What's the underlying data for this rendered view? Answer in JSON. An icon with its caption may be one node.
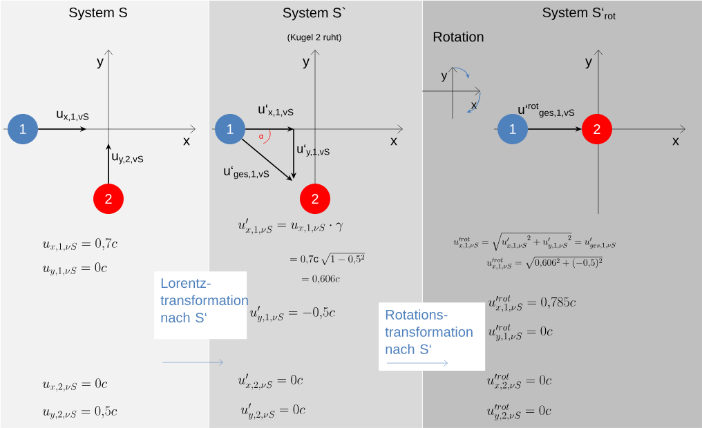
{
  "diagram": {
    "nodes": [
      {
        "text": [
          "System S"
        ]
      },
      {
        "text": [
          "1"
        ],
        "in": 0
      },
      {
        "text": [
          "2"
        ],
        "in": 0
      },
      {
        "text": [
          "System S`",
          "(Kugel 2 ruht)"
        ]
      },
      {
        "text": [
          "1"
        ],
        "in": 3
      },
      {
        "text": [
          "2"
        ],
        "in": 3
      },
      {
        "text": [
          "System S‘$_{rot}$"
        ]
      },
      {
        "text": [
          "1"
        ],
        "in": 6
      },
      {
        "text": [
          "2"
        ],
        "in": 6
      },
      {
        "text": [
          "Lorentz-transformation nach S‘"
        ]
      },
      {
        "text": [
          "Rotations-transformation nach S‘"
        ]
      }
    ],
    "edges": [
      {
        "from": 1,
        "to": null,
        "arrow": "to",
        "label": "u$_{x,1,vS}$"
      },
      {
        "from": 2,
        "to": null,
        "arrow": "to",
        "label": "u$_{y,2,vS}$"
      },
      {
        "from": 4,
        "to": null,
        "arrow": "to",
        "label": "u‘$_{x,1,vS}$"
      },
      {
        "from": 4,
        "to": null,
        "arrow": "to",
        "label": "u‘$_{ges,1,vS}$"
      },
      {
        "from": 7,
        "to": 8,
        "arrow": "to",
        "label": "u‘$^{rot}$$_{ges,1,vS}$"
      }
    ],
    "labels": [
      "y",
      "x",
      "y",
      "α",
      "u‘$_{y,1,vS}$",
      "x",
      "Rotation",
      "y",
      "x",
      "y",
      "x",
      "u_{x,1,\\nu S} = 0{,}7c",
      "u_{y,1,\\nu S} = 0c",
      "u_{x,2,\\nu S} = 0c",
      "u_{y,2,\\nu S} = 0{,}5c",
      "u'_{x,1,\\nu S} = u_{x,1,\\nu S}\\cdot\\gamma",
      "= 0{,}7\\mathrm{c}\\,\\sqrt{1-0{,}5^2}",
      "= 0{,}606c",
      "u'_{y,1,\\nu S} = -0{,}5c",
      "u'_{x,2,\\nu S} = 0c",
      "u'_{y,2,\\nu S} = 0c",
      "u'^{rot}_{x,1,\\nu S} = \\sqrt{{u'_{x,1,\\nu S}}^2 + {u'_{y,1,\\nu S}}^2} = u'_{ges,1,\\nu S}",
      "u'^{rot}_{x,1,\\nu S} = \\sqrt{0{,}606^2+(-0{,}5)^2}",
      "u'^{rot}_{x,1,\\nu S} = 0{,}785c",
      "u'^{rot}_{y,1,\\nu S} = 0c",
      "u'^{rot}_{x,2,\\nu S} = 0c",
      "u'^{rot}_{y,2,\\nu S} = 0c"
    ]
  }
}
